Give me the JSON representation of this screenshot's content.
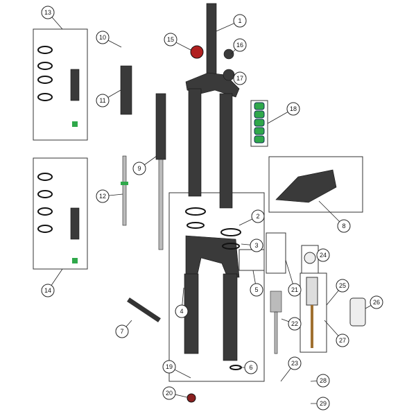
{
  "diagram": {
    "callouts": [
      "1",
      "2",
      "3",
      "4",
      "5",
      "6",
      "7",
      "8",
      "9",
      "10",
      "11",
      "12",
      "13",
      "14",
      "15",
      "16",
      "17",
      "18",
      "19",
      "20",
      "21",
      "22",
      "23",
      "24",
      "25",
      "26",
      "27",
      "28",
      "29"
    ],
    "colors": {
      "green": "#2fa84a",
      "red": "#b02020",
      "dark": "#3a3a3a"
    }
  }
}
